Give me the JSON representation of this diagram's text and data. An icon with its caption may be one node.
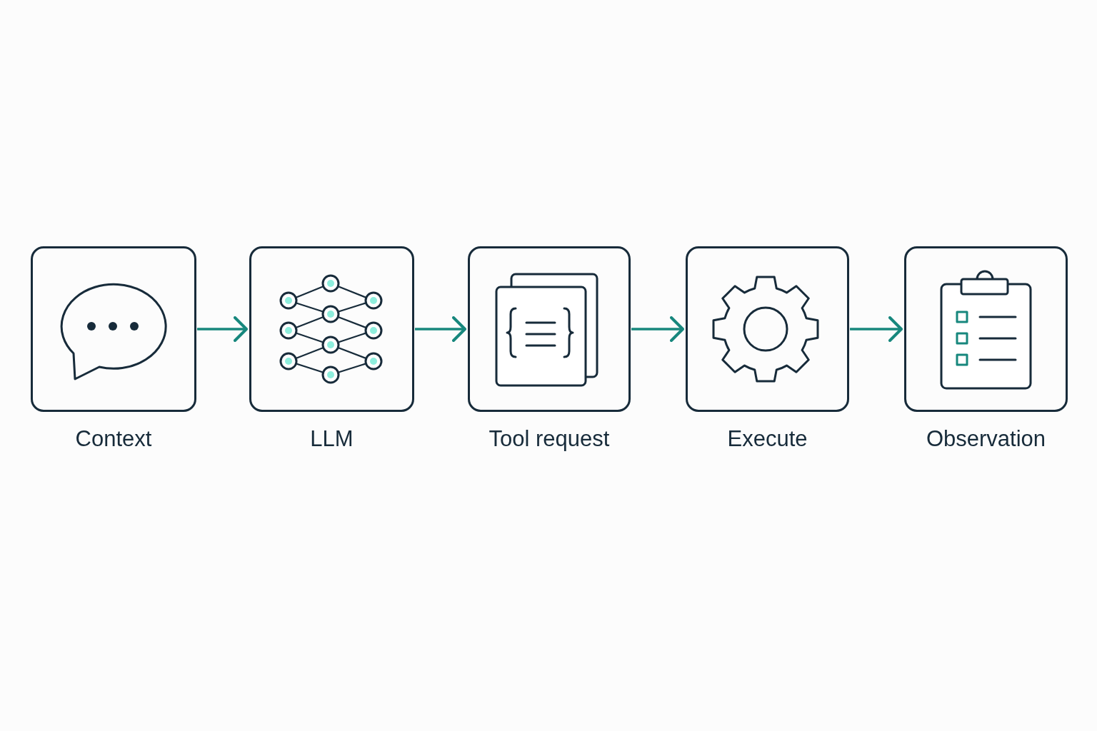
{
  "diagram": {
    "nodes": [
      {
        "text": [
          "Context"
        ]
      },
      {
        "text": [
          "LLM"
        ]
      },
      {
        "text": [
          "Tool request"
        ]
      },
      {
        "text": [
          "Execute"
        ]
      },
      {
        "text": [
          "Observation"
        ]
      }
    ],
    "edges": [
      {
        "from": 0,
        "to": 1,
        "arrow": "to"
      },
      {
        "from": 1,
        "to": 2,
        "arrow": "to"
      },
      {
        "from": 2,
        "to": 3,
        "arrow": "to"
      },
      {
        "from": 3,
        "to": 4,
        "arrow": "to"
      }
    ]
  }
}
